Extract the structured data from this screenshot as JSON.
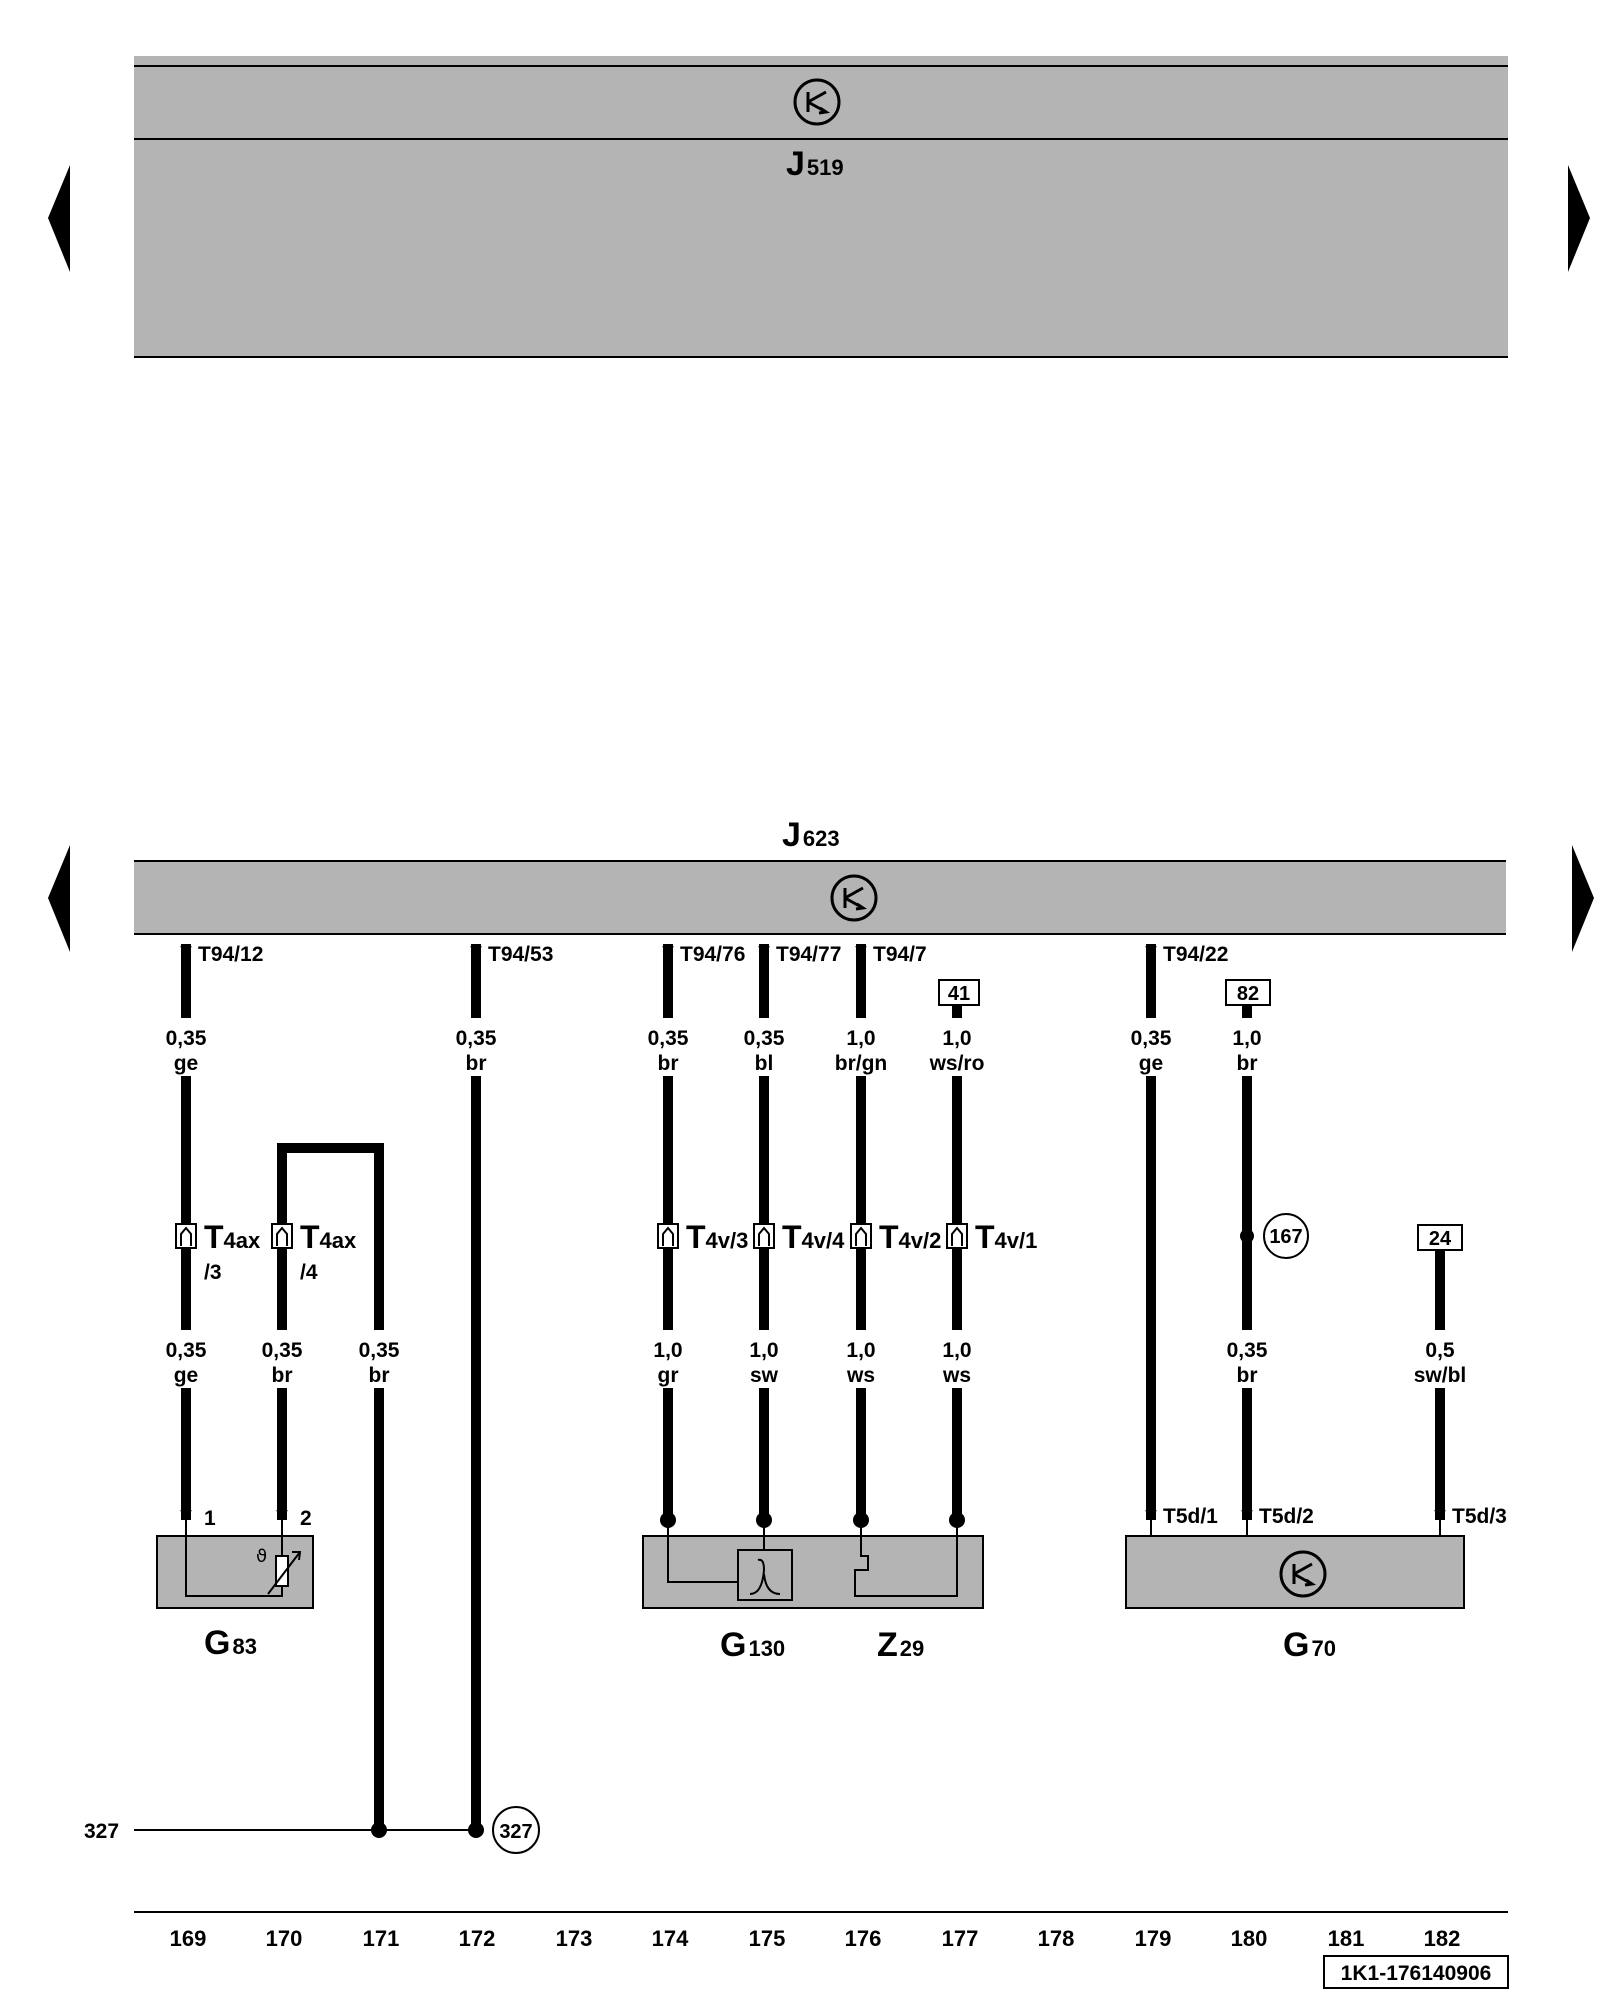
{
  "units": {
    "J519": {
      "letter": "J",
      "number": "519"
    },
    "J623": {
      "letter": "J",
      "number": "623"
    },
    "G83": {
      "letter": "G",
      "number": "83"
    },
    "G130": {
      "letter": "G",
      "number": "130"
    },
    "Z29": {
      "letter": "Z",
      "number": "29"
    },
    "G70": {
      "letter": "G",
      "number": "70"
    }
  },
  "pins": {
    "p12": "T94/12",
    "p53": "T94/53",
    "p76": "T94/76",
    "p77": "T94/77",
    "p7": "T94/7",
    "p22": "T94/22",
    "g83_1": "1",
    "g83_2": "2",
    "t5d1": "T5d/1",
    "t5d2": "T5d/2",
    "t5d3": "T5d/3"
  },
  "connectors": {
    "c1": {
      "name": "T",
      "sub": "4ax",
      "pin": "/3"
    },
    "c2": {
      "name": "T",
      "sub": "4ax",
      "pin": "/4"
    },
    "c3": {
      "name": "T",
      "sub": "4v/3"
    },
    "c4": {
      "name": "T",
      "sub": "4v/4"
    },
    "c5": {
      "name": "T",
      "sub": "4v/2"
    },
    "c6": {
      "name": "T",
      "sub": "4v/1"
    }
  },
  "wires_upper": [
    {
      "size": "0,35",
      "color": "ge"
    },
    {
      "size": "0,35",
      "color": "br"
    },
    {
      "size": "0,35",
      "color": "br"
    },
    {
      "size": "0,35",
      "color": "bl"
    },
    {
      "size": "1,0",
      "color": "br/gn"
    },
    {
      "size": "1,0",
      "color": "ws/ro"
    },
    {
      "size": "0,35",
      "color": "ge"
    },
    {
      "size": "1,0",
      "color": "br"
    }
  ],
  "wires_lower": [
    {
      "size": "0,35",
      "color": "ge"
    },
    {
      "size": "0,35",
      "color": "br"
    },
    {
      "size": "0,35",
      "color": "br"
    },
    {
      "size": "1,0",
      "color": "gr"
    },
    {
      "size": "1,0",
      "color": "sw"
    },
    {
      "size": "1,0",
      "color": "ws"
    },
    {
      "size": "1,0",
      "color": "ws"
    },
    {
      "size": "0,35",
      "color": "br"
    },
    {
      "size": "0,5",
      "color": "sw/bl"
    }
  ],
  "refs": {
    "r41": "41",
    "r82": "82",
    "r24": "24",
    "c167": "167",
    "c327": "327",
    "g327": "327"
  },
  "columns": [
    "169",
    "170",
    "171",
    "172",
    "173",
    "174",
    "175",
    "176",
    "177",
    "178",
    "179",
    "180",
    "181",
    "182"
  ],
  "doc_id": "1K1-176140906"
}
